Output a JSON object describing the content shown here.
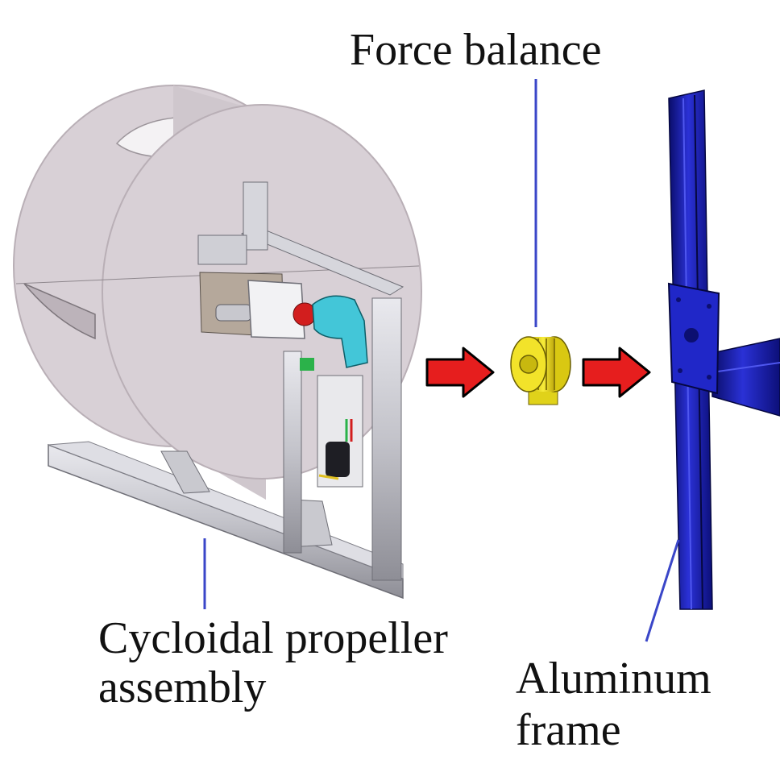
{
  "labels": {
    "force_balance": "Force balance",
    "cycloidal_line1": "Cycloidal propeller",
    "cycloidal_line2": "assembly",
    "aluminum_line1": "Aluminum",
    "aluminum_line2": "frame"
  },
  "colors": {
    "leader_line": "#3a46c8",
    "arrow_fill": "#e61e1e",
    "arrow_stroke": "#000000",
    "disk_fill": "#d8d0d6",
    "disk_edge": "#b9afb6",
    "frame_blue": "#1a1fb0",
    "frame_dark": "#0c0f70",
    "balance_yellow": "#f0e21c",
    "rail_gray": "#c9c9cf",
    "motor_cyan": "#43c6d8"
  },
  "icons": {
    "arrow_left": "right-arrow-icon",
    "arrow_right": "right-arrow-icon"
  }
}
